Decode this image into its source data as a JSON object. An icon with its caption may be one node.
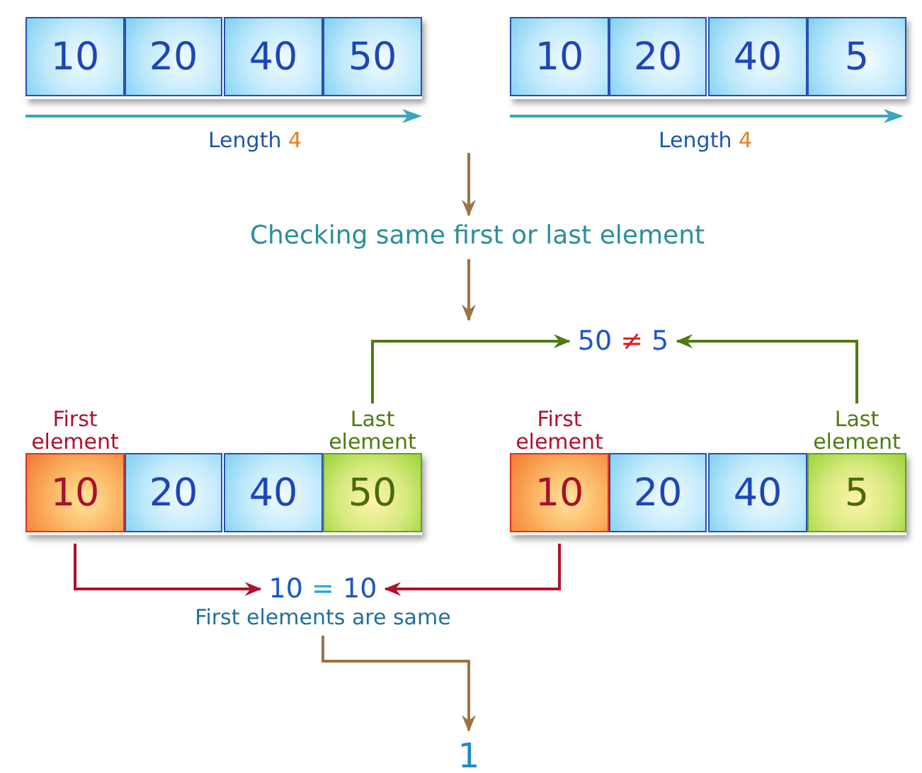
{
  "diagram": {
    "nodes": [
      {
        "text": [],
        "shape": "box"
      },
      {
        "text": [
          "10"
        ],
        "in": 0
      },
      {
        "text": [
          "20"
        ],
        "in": 0
      },
      {
        "text": [
          "40"
        ],
        "in": 0
      },
      {
        "text": [
          "50"
        ],
        "in": 0
      },
      {
        "text": [],
        "shape": "box"
      },
      {
        "text": [
          "10"
        ],
        "in": 5
      },
      {
        "text": [
          "20"
        ],
        "in": 5
      },
      {
        "text": [
          "40"
        ],
        "in": 5
      },
      {
        "text": [
          "5"
        ],
        "in": 5
      },
      {
        "text": [
          "Checking same first or last element"
        ]
      },
      {
        "text": [
          "50 ≠ 5"
        ]
      },
      {
        "text": [],
        "shape": "box"
      },
      {
        "text": [
          "10"
        ],
        "in": 12,
        "beside": [
          "First element"
        ]
      },
      {
        "text": [
          "20"
        ],
        "in": 12
      },
      {
        "text": [
          "40"
        ],
        "in": 12
      },
      {
        "text": [
          "50"
        ],
        "in": 12,
        "beside": [
          "Last element"
        ]
      },
      {
        "text": [],
        "shape": "box"
      },
      {
        "text": [
          "10"
        ],
        "in": 17,
        "beside": [
          "First element"
        ]
      },
      {
        "text": [
          "20"
        ],
        "in": 17
      },
      {
        "text": [
          "40"
        ],
        "in": 17
      },
      {
        "text": [
          "5"
        ],
        "in": 17,
        "beside": [
          "Last element"
        ]
      },
      {
        "text": [
          "10 = 10",
          "First elements are same"
        ]
      },
      {
        "text": [
          "1"
        ]
      }
    ],
    "edges": [
      {
        "from": null,
        "to": 10,
        "arrow": "to",
        "color": "#9a7444"
      },
      {
        "from": 10,
        "to": null,
        "arrow": "to",
        "color": "#9a7444"
      },
      {
        "from": 16,
        "to": 11,
        "arrow": "to",
        "color": "#4f7a12"
      },
      {
        "from": 21,
        "to": 11,
        "arrow": "to",
        "color": "#4f7a12"
      },
      {
        "from": 13,
        "to": 22,
        "arrow": "to",
        "color": "#b0102e"
      },
      {
        "from": 18,
        "to": 22,
        "arrow": "to",
        "color": "#b0102e"
      },
      {
        "from": 22,
        "to": 23,
        "arrow": "to",
        "color": "#9a7444"
      }
    ],
    "labels": [
      "Length 4",
      "Length 4"
    ]
  }
}
